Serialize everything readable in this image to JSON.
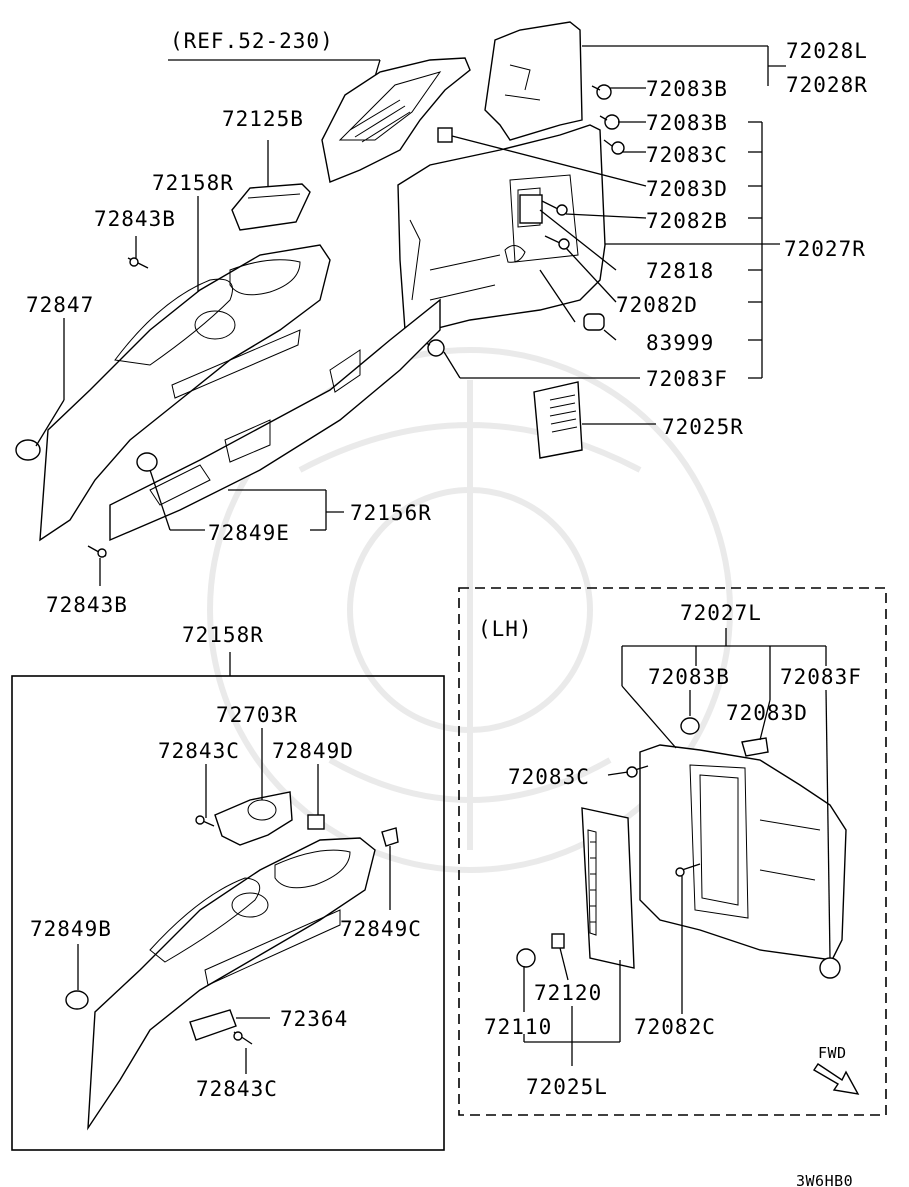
{
  "labels": {
    "ref": "(REF.52-230)",
    "p72028L": "72028L",
    "p72028R": "72028R",
    "p72083B_a": "72083B",
    "p72083B_b": "72083B",
    "p72083C_a": "72083C",
    "p72083D_a": "72083D",
    "p72082B": "72082B",
    "p72027R": "72027R",
    "p72818": "72818",
    "p72082D": "72082D",
    "p83999": "83999",
    "p72083F_a": "72083F",
    "p72025R": "72025R",
    "p72125B": "72125B",
    "p72158R_a": "72158R",
    "p72843B_a": "72843B",
    "p72847": "72847",
    "p72849E": "72849E",
    "p72156R": "72156R",
    "p72843B_b": "72843B",
    "p72158R_b": "72158R",
    "p72703R": "72703R",
    "p72843C_a": "72843C",
    "p72849D": "72849D",
    "p72849B": "72849B",
    "p72849C": "72849C",
    "p72364": "72364",
    "p72843C_b": "72843C",
    "p72027L": "72027L",
    "lh": "(LH)",
    "p72083B_c": "72083B",
    "p72083F_b": "72083F",
    "p72083D_b": "72083D",
    "p72083C_b": "72083C",
    "p72120": "72120",
    "p72110": "72110",
    "p72082C": "72082C",
    "p72025L": "72025L",
    "fwd": "FWD",
    "code": "3W6HB0"
  },
  "colors": {
    "ink": "#000000",
    "watermark": "#d9d9d9",
    "paper": "#ffffff"
  }
}
